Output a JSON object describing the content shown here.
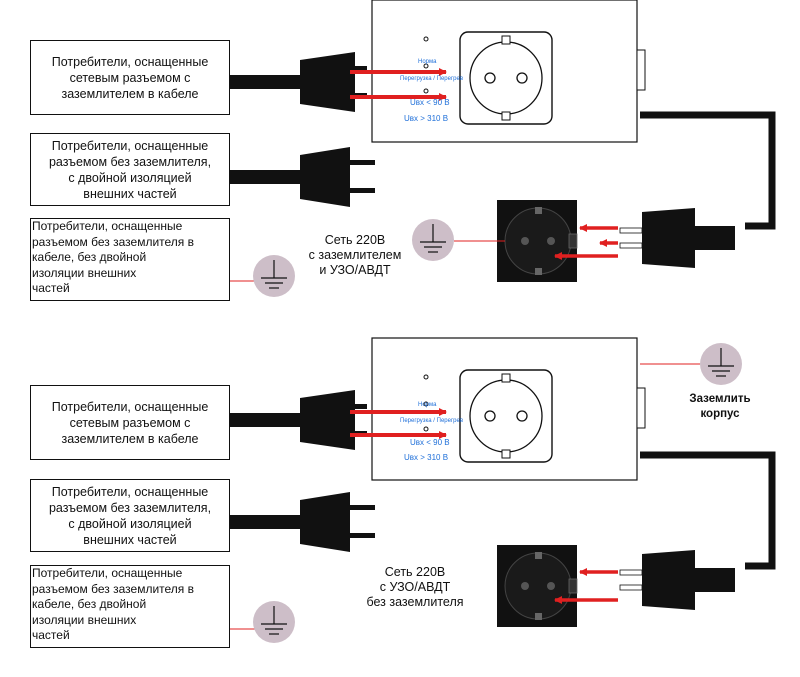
{
  "top": {
    "box1": [
      "Потребители, оснащенные",
      "сетевым разъемом с",
      "заземлителем в кабеле"
    ],
    "box2": [
      "Потребители, оснащенные",
      "разъемом без заземлителя,",
      "с двойной изоляцией",
      "внешних частей"
    ],
    "box3": [
      "Потребители, оснащенные",
      "разъемом без заземлителя в",
      "кабеле, без двойной",
      " изоляции внешних",
      "частей"
    ],
    "indicators": {
      "norm": "Норма",
      "overload": "Перегрузка / Перегрев",
      "low": "Uвх < 90 В",
      "high": "Uвх > 310 В"
    },
    "network_label": [
      "Сеть 220В",
      "с заземлителем",
      "и УЗО/АВДТ"
    ]
  },
  "bottom": {
    "box1": [
      "Потребители, оснащенные",
      "сетевым разъемом с",
      "заземлителем в кабеле"
    ],
    "box2": [
      "Потребители, оснащенные",
      "разъемом без заземлителя,",
      "с двойной изоляцией",
      "внешних частей"
    ],
    "box3": [
      "Потребители, оснащенные",
      "разъемом без заземлителя в",
      "кабеле, без двойной",
      " изоляции внешних",
      "частей"
    ],
    "indicators": {
      "norm": "Норма",
      "overload": "Перегрузка / Перегрев",
      "low": "Uвх < 90 В",
      "high": "Uвх > 310 В"
    },
    "network_label": [
      "Сеть 220В",
      "с УЗО/АВДТ",
      "без заземлителя"
    ],
    "ground_case_label": [
      "Заземлить",
      "корпус"
    ]
  },
  "colors": {
    "arrow": "#e02020",
    "indicator_text": "#1e6fd9",
    "ground_circle": "#cdbec8",
    "socket_black": "#111111",
    "line": "#111111"
  }
}
